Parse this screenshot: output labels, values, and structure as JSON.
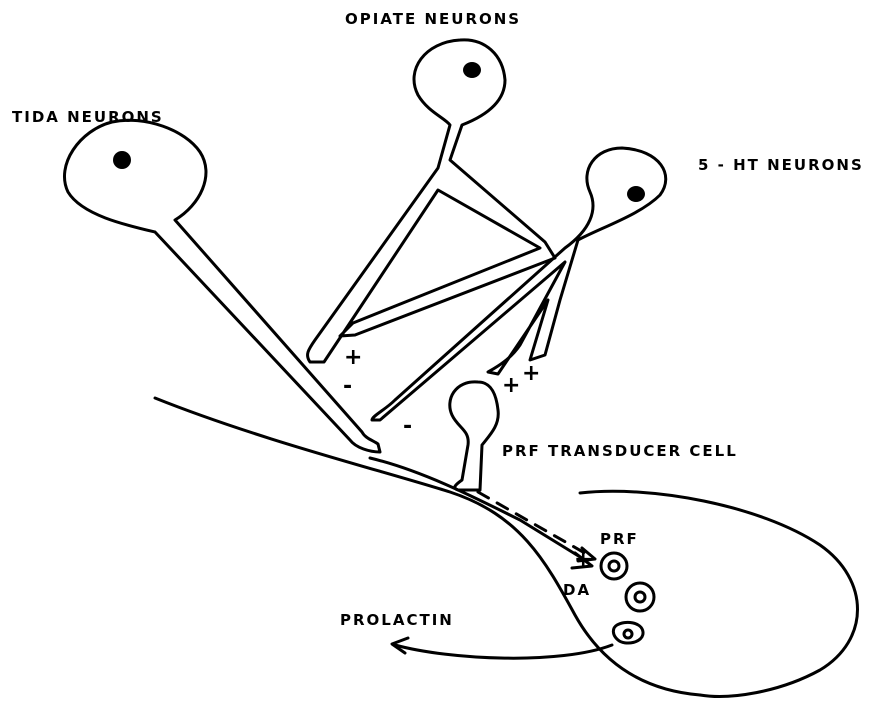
{
  "labels": {
    "opiate": "OPIATE NEURONS",
    "tida": "TIDA NEURONS",
    "serotonin": "5 - HT NEURONS",
    "transducer": "PRF TRANSDUCER CELL",
    "prf": "PRF",
    "da": "DA",
    "prolactin": "PROLACTIN"
  },
  "signs": {
    "opiate_to_tida_plus": "+",
    "opiate_to_tida_minus": "-",
    "opiate_to_prf_minus": "-",
    "ht_to_prf_plus_left": "+",
    "ht_to_prf_plus_right": "+",
    "prf_on_lactotroph": "+"
  },
  "colors": {
    "ink": "#000000",
    "background": "#ffffff"
  }
}
